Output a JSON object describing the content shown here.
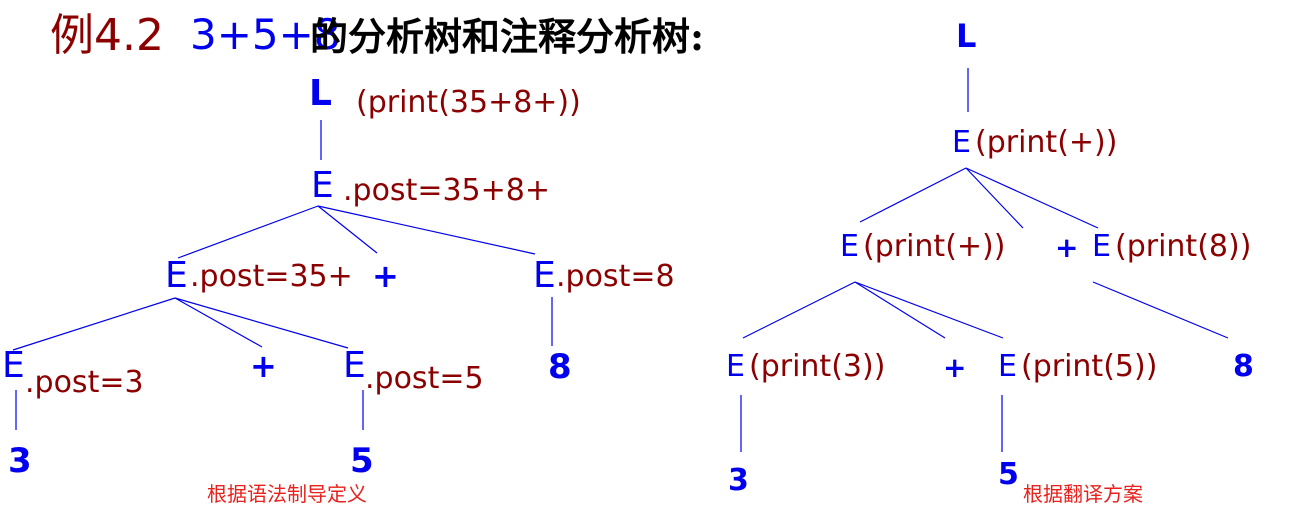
{
  "title": {
    "prefix": "例4.2",
    "expr": "3+5+8",
    "suffix": "的分析树和注释分析树:"
  },
  "left_tree": {
    "root": "L",
    "root_attr": "(print(35+8+))",
    "e1_sym": "E",
    "e1_attr": ".post=35+8+",
    "e2_sym": "E",
    "e2_attr": ".post=35+",
    "plus1": "+",
    "e3_sym": "E",
    "e3_attr": ".post=8",
    "e4_sym": "E",
    "e4_attr": ".post=3",
    "plus2": "+",
    "e5_sym": "E",
    "e5_attr": ".post=5",
    "leaf8": "8",
    "leaf3": "3",
    "leaf5": "5",
    "caption": "根据语法制导定义"
  },
  "right_tree": {
    "root": "L",
    "e_top_sym": "E",
    "e_top_attr": "(print(+))",
    "e_mid_left_sym": "E",
    "e_mid_left_attr": "(print(+))",
    "plus_mid": "+",
    "e_mid_right_sym": "E",
    "e_mid_right_attr": "(print(8))",
    "e_low_left_sym": "E",
    "e_low_left_attr": "(print(3))",
    "plus_low": "+",
    "e_low_right_sym": "E",
    "e_low_right_attr": "(print(5))",
    "leaf8": "8",
    "leaf3": "3",
    "leaf5": "5",
    "caption": "根据翻译方案"
  },
  "colors": {
    "symbol": "#0000ee",
    "attribute": "#8b0000",
    "caption": "#e8211c",
    "edge": "#0000ee"
  }
}
